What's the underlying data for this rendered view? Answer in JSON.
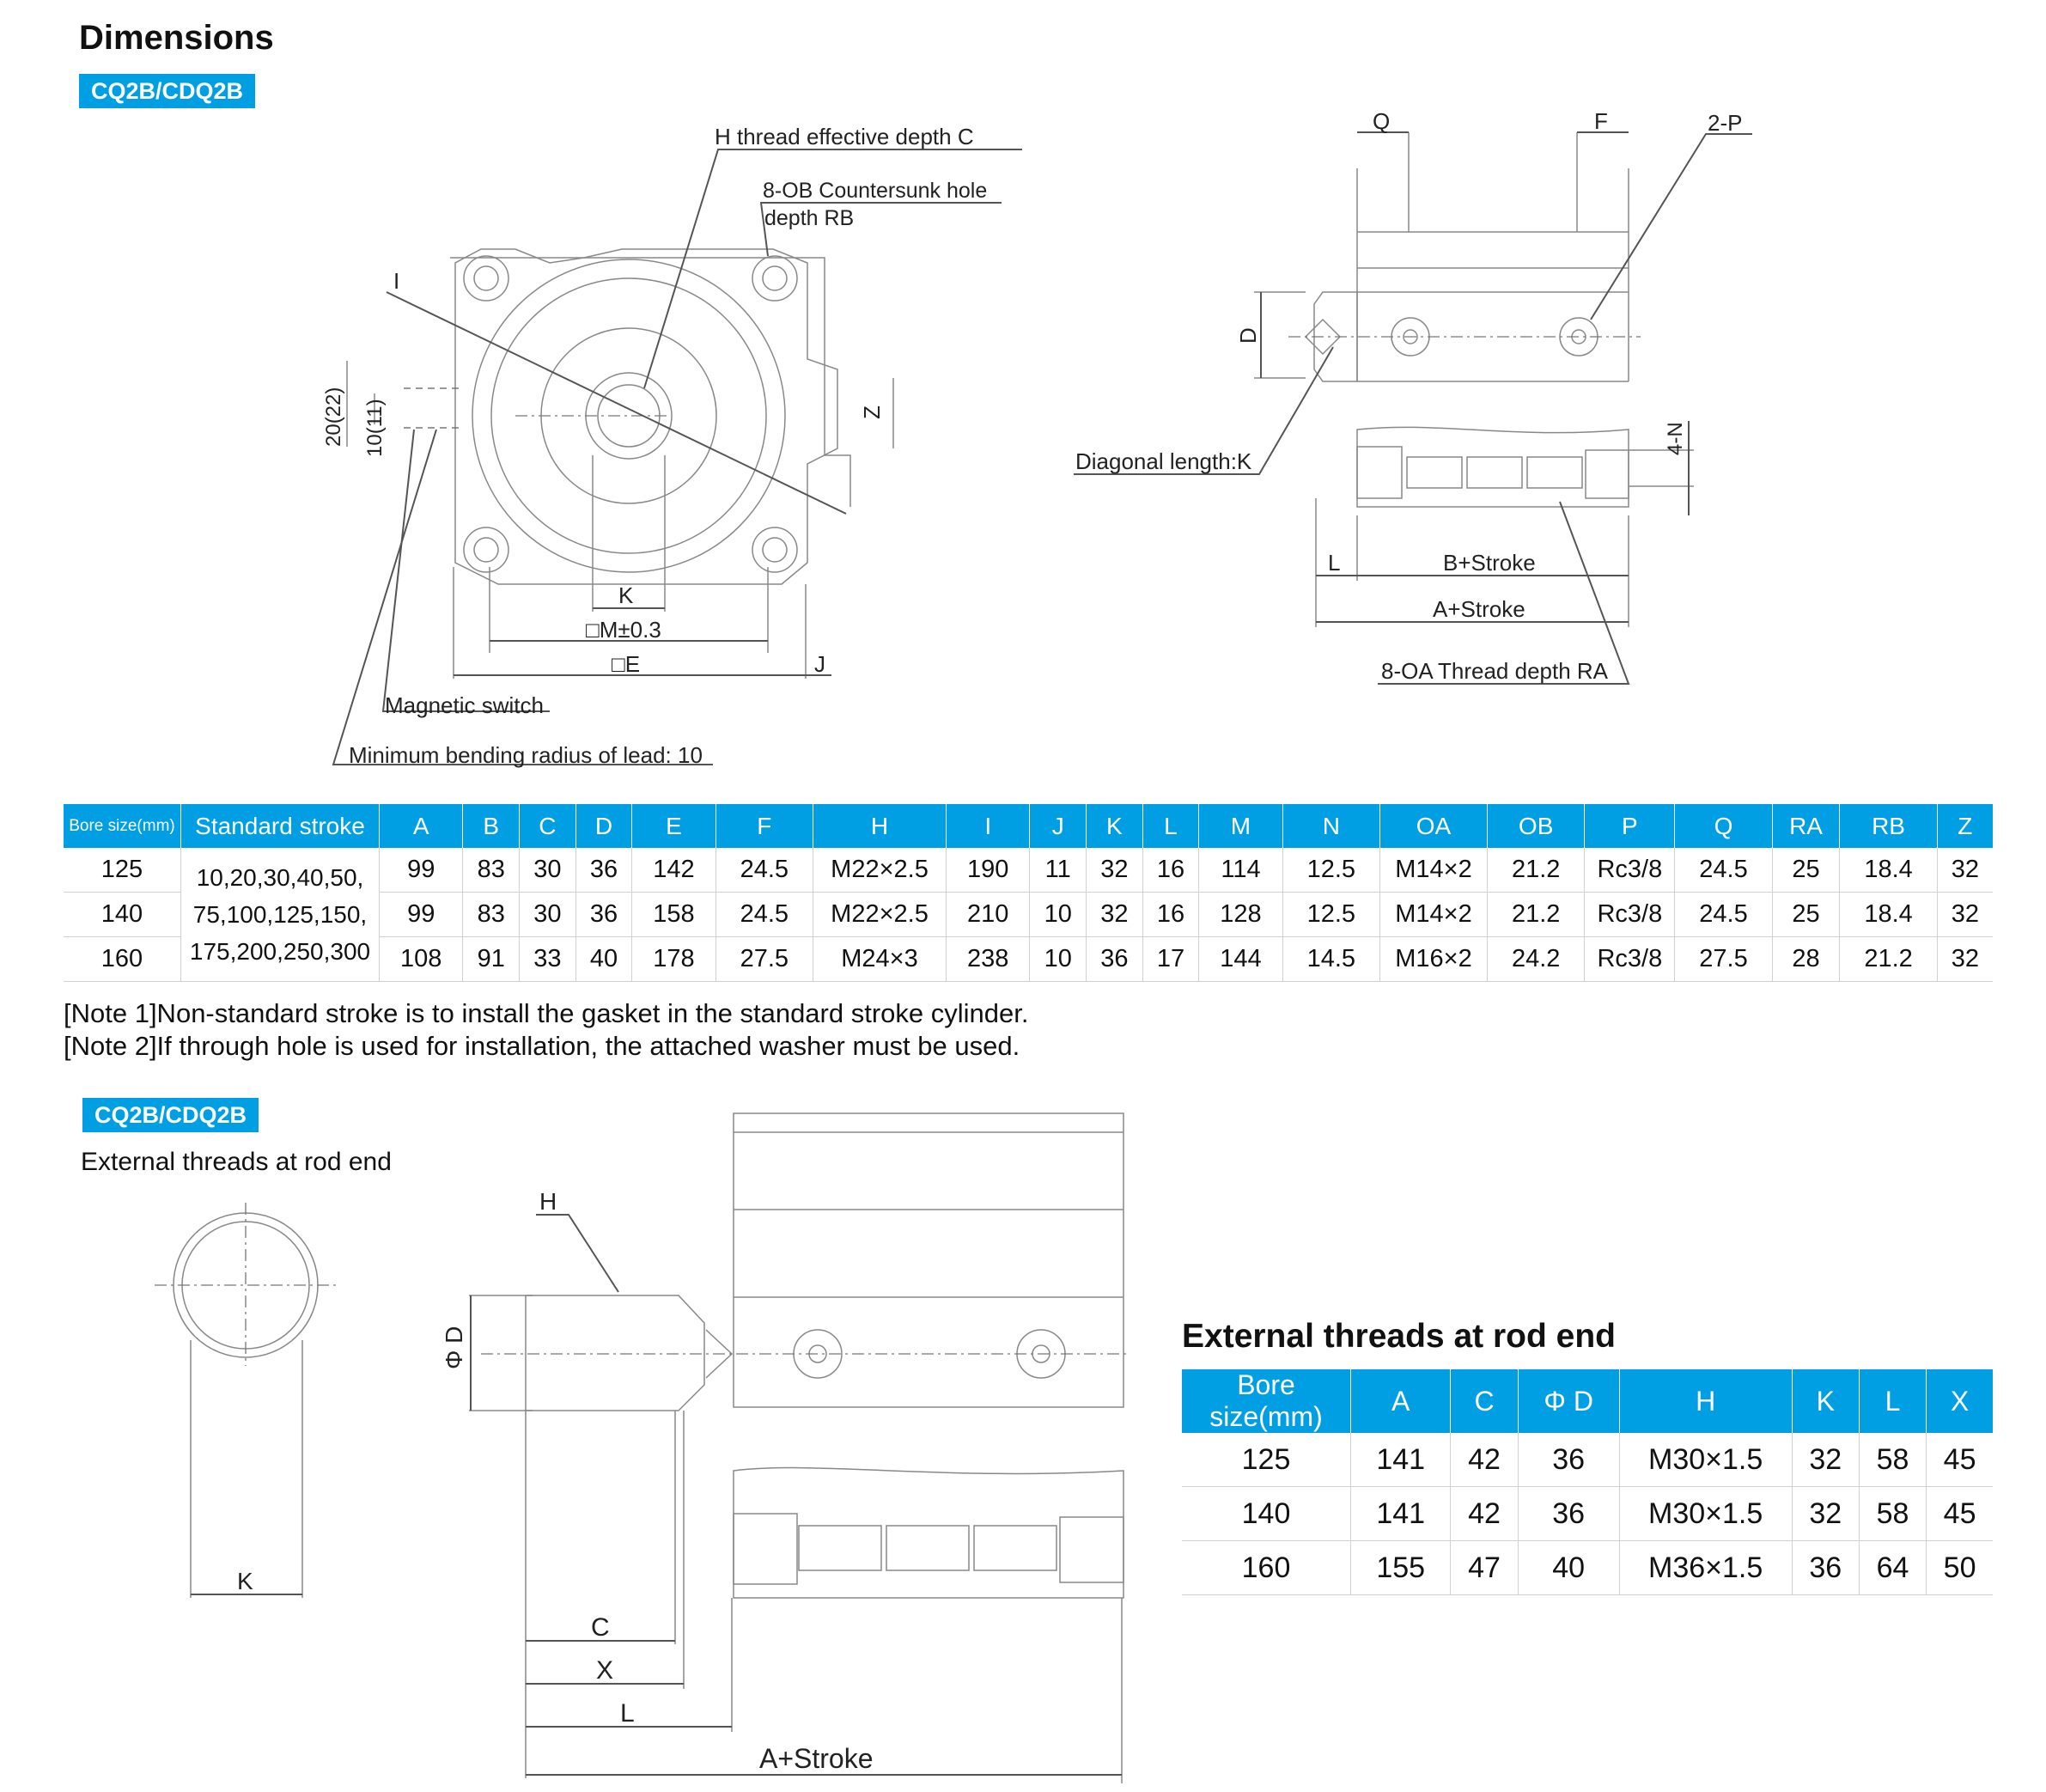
{
  "page": {
    "title": "Dimensions",
    "badge1": "CQ2B/CDQ2B",
    "badge2": "CQ2B/CDQ2B",
    "ext_caption": "External threads at rod end",
    "ext_table_title": "External threads at rod end"
  },
  "diagram1": {
    "h_thread": "H thread effective depth C",
    "ob_line1": "8-OB Countersunk hole",
    "ob_line2": "depth RB",
    "i": "I",
    "dim_20": "20(22)",
    "dim_10": "10(11)",
    "z": "Z",
    "k": "K",
    "m": "□M±0.3",
    "e": "□E",
    "j": "J",
    "magnetic": "Magnetic switch",
    "bending": "Minimum bending radius of lead: 10"
  },
  "diagram2": {
    "q": "Q",
    "f": "F",
    "p": "2-P",
    "d": "D",
    "diag": "Diagonal length:K",
    "n": "4-N",
    "l": "L",
    "b": "B+Stroke",
    "a": "A+Stroke",
    "oa": "8-OA Thread depth RA"
  },
  "diagram3": {
    "k": "K",
    "h": "H",
    "phid": "Φ D",
    "c": "C",
    "x": "X",
    "l": "L",
    "a": "A+Stroke"
  },
  "main_table": {
    "headers": [
      "Bore size(mm)",
      "Standard stroke",
      "A",
      "B",
      "C",
      "D",
      "E",
      "F",
      "H",
      "I",
      "J",
      "K",
      "L",
      "M",
      "N",
      "OA",
      "OB",
      "P",
      "Q",
      "RA",
      "RB",
      "Z"
    ],
    "stroke_lines": [
      "10,20,30,40,50,",
      "75,100,125,150,",
      "175,200,250,300"
    ],
    "rows": [
      {
        "bore": "125",
        "vals": [
          "99",
          "83",
          "30",
          "36",
          "142",
          "24.5",
          "M22×2.5",
          "190",
          "11",
          "32",
          "16",
          "114",
          "12.5",
          "M14×2",
          "21.2",
          "Rc3/8",
          "24.5",
          "25",
          "18.4",
          "32"
        ]
      },
      {
        "bore": "140",
        "vals": [
          "99",
          "83",
          "30",
          "36",
          "158",
          "24.5",
          "M22×2.5",
          "210",
          "10",
          "32",
          "16",
          "128",
          "12.5",
          "M14×2",
          "21.2",
          "Rc3/8",
          "24.5",
          "25",
          "18.4",
          "32"
        ]
      },
      {
        "bore": "160",
        "vals": [
          "108",
          "91",
          "33",
          "40",
          "178",
          "27.5",
          "M24×3",
          "238",
          "10",
          "36",
          "17",
          "144",
          "14.5",
          "M16×2",
          "24.2",
          "Rc3/8",
          "27.5",
          "28",
          "21.2",
          "32"
        ]
      }
    ]
  },
  "notes": {
    "note1": "[Note 1]Non-standard stroke is to install the gasket in the standard stroke cylinder.",
    "note2": "[Note 2]If through hole is used for installation, the attached washer must be used."
  },
  "ext_table": {
    "headers": [
      "Bore size(mm)",
      "A",
      "C",
      "Φ D",
      "H",
      "K",
      "L",
      "X"
    ],
    "rows": [
      [
        "125",
        "141",
        "42",
        "36",
        "M30×1.5",
        "32",
        "58",
        "45"
      ],
      [
        "140",
        "141",
        "42",
        "36",
        "M30×1.5",
        "32",
        "58",
        "45"
      ],
      [
        "160",
        "155",
        "47",
        "40",
        "M36×1.5",
        "36",
        "64",
        "50"
      ]
    ]
  }
}
